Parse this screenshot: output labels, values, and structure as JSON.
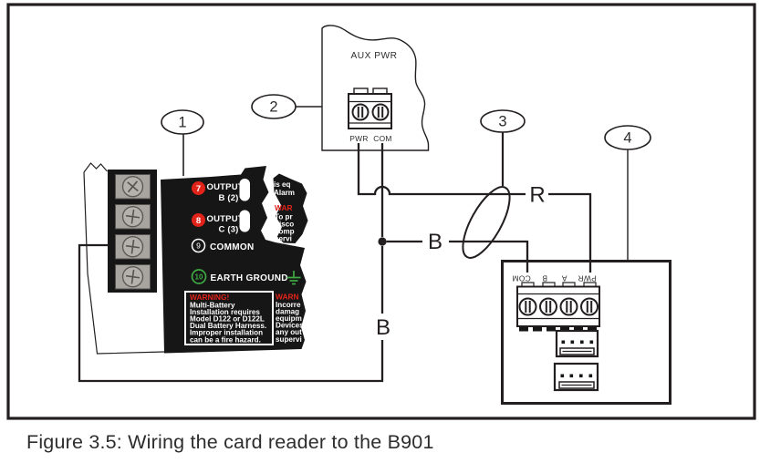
{
  "caption": "Figure 3.5: Wiring the card reader to the B901",
  "callouts": {
    "c1": "1",
    "c2": "2",
    "c3": "3",
    "c4": "4"
  },
  "aux": {
    "title": "AUX PWR",
    "pwr": "PWR",
    "com": "COM"
  },
  "wires": {
    "r": "R",
    "b_h": "B",
    "b_v": "B"
  },
  "panel": {
    "row7": {
      "num": "7",
      "title": "OUTPUT",
      "sub": "B (2)"
    },
    "row8": {
      "num": "8",
      "title": "OUTPUT",
      "sub": "C (3)"
    },
    "row9": {
      "num": "9",
      "label": "COMMON"
    },
    "row10": {
      "num": "10",
      "label": "EARTH GROUND"
    },
    "warning1": {
      "heading": "WARNING!",
      "l1": "Multi-Battery",
      "l2": "Installation requires",
      "l3": "Model D122 or D122L",
      "l4": "Dual Battery Harness.",
      "l5": "Improper installation",
      "l6": "can be a fire hazard."
    },
    "frag_top": {
      "l1": "is eq",
      "l2": "Alarm"
    },
    "frag_mid": {
      "heading": "WAR",
      "l1": "To pr",
      "l2": "disco",
      "l3": "comp",
      "l4": "servi"
    },
    "warning2": {
      "heading": "WARN",
      "l1": "Incorre",
      "l2": "damag",
      "l3": "equipm",
      "l4": "Devices",
      "l5": "any out",
      "l6": "supervi"
    }
  },
  "reader": {
    "t1": "COM",
    "t2": "B",
    "t3": "A",
    "t4": "PWR"
  },
  "colors": {
    "red": "#e2231a",
    "green": "#3faa44",
    "ink": "#231f20"
  }
}
